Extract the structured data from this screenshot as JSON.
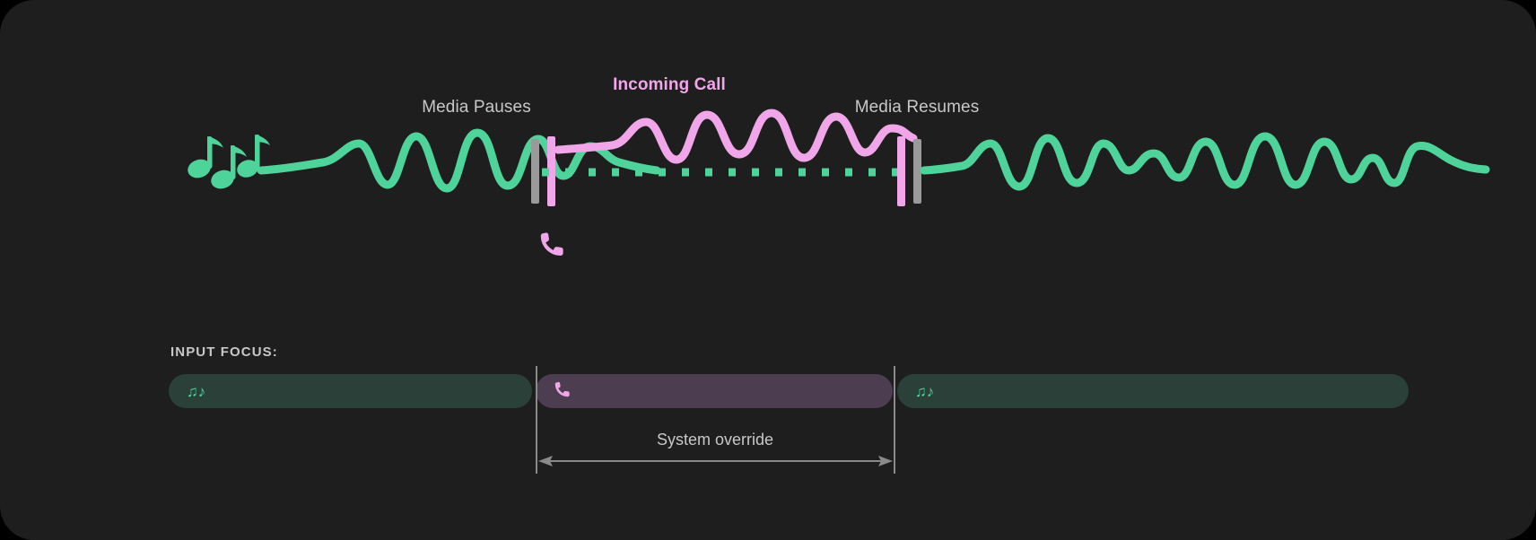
{
  "theme": {
    "background": "#1e1e1e",
    "media_color": "#4ed39b",
    "call_color": "#f0a6e8",
    "label_color": "#c8c8c8",
    "marker_gray": "#9a9a9a",
    "media_bar_bg": "#2a4039",
    "call_bar_bg": "#4c3d50",
    "guide_line": "#8a8a8a"
  },
  "timeline": {
    "labels": {
      "incoming_call": "Incoming Call",
      "media_pauses": "Media Pauses",
      "media_resumes": "Media Resumes"
    },
    "icons": {
      "music": "music-notes-icon",
      "phone": "phone-icon"
    },
    "music_glyph": "♫♪",
    "phone_glyph": "✆"
  },
  "input_focus": {
    "heading": "INPUT FOCUS:",
    "bars": [
      {
        "name": "media-left",
        "glyph": "♫♪",
        "icon": "music-notes-icon",
        "color": "#2a4039",
        "glyph_color": "#4ed39b"
      },
      {
        "name": "call",
        "glyph": "✆",
        "icon": "phone-icon",
        "color": "#4c3d50",
        "glyph_color": "#f0a6e8"
      },
      {
        "name": "media-right",
        "glyph": "♫♪",
        "icon": "music-notes-icon",
        "color": "#2a4039",
        "glyph_color": "#4ed39b"
      }
    ],
    "override_label": "System override"
  }
}
